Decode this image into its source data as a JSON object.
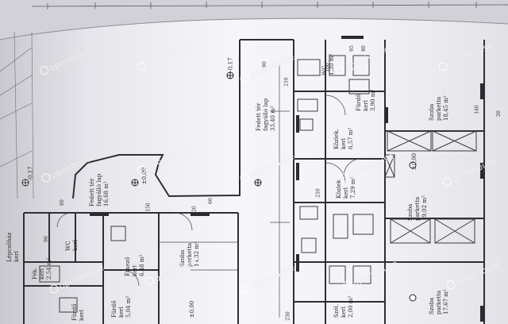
{
  "watermark": "openhouse",
  "rooms": {
    "fedett_ter_top": {
      "name": "Fedett tér",
      "floor": "fagyálló lap",
      "area": "33,40 m²"
    },
    "fedett_ter_left": {
      "name": "Fedett tér",
      "floor": "fagyálló lap",
      "area": "16,68 m²"
    },
    "szoba_top_right": {
      "name": "Szoba",
      "floor": "parketta",
      "area": "18,45 m²"
    },
    "szoba_mid_right": {
      "name": "Szoba",
      "floor": "parketta",
      "area": "19,02 m²"
    },
    "szoba_bottom_right": {
      "name": "Szoba",
      "floor": "parketta",
      "area": "17,67 m²"
    },
    "szoba_left": {
      "name": "Szoba",
      "floor": "parketta",
      "area": "14,32 m²"
    },
    "kozlekedo_1": {
      "name": "Közlek.",
      "floor": "kerl",
      "area": "6,57 m²"
    },
    "kozlekedo_2": {
      "name": "Közlek.",
      "floor": "kerl",
      "area": "7,29 m²"
    },
    "furdo_top": {
      "name": "Fürdő",
      "floor": "kerl",
      "area": "3,90 m²"
    },
    "wc_top": {
      "name": "WC",
      "area": "1,30 m²"
    },
    "etkezo": {
      "name": "Étkező",
      "floor": "kerl",
      "area": "6,48 m²"
    },
    "furdo_left": {
      "name": "Fürdő",
      "floor": "kerl",
      "area": "5,04 m²"
    },
    "lepcsohaz": {
      "name": "Lépcsőház",
      "floor": "kerl"
    },
    "wc_left": {
      "name": "WC",
      "floor": "kerl"
    },
    "fek": {
      "name": "Fék.",
      "floor": "kerl",
      "area": "2,54 m²"
    },
    "furdo_bottom": {
      "name": "Fürdő",
      "floor": "kerl"
    },
    "szel": {
      "name": "Szél.",
      "floor": "kerl",
      "area": "2,00 m²"
    }
  },
  "levels": [
    "±0,00",
    "-0,17",
    "±0,00",
    "±0,00",
    "-0,17"
  ],
  "dims": [
    "210",
    "90",
    "60",
    "150",
    "120",
    "100",
    "95",
    "80",
    "250",
    "140",
    "20",
    "210",
    "90",
    "60"
  ]
}
